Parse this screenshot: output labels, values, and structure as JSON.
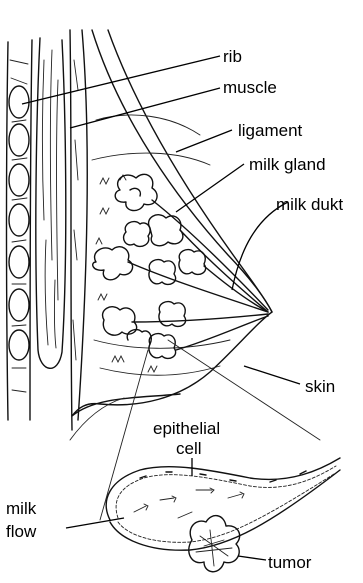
{
  "labels": {
    "rib": "rib",
    "muscle": "muscle",
    "ligament": "ligament",
    "milk_gland": "milk gland",
    "milk_dukt": "milk dukt",
    "skin": "skin",
    "epithelial_line1": "epithelial",
    "epithelial_line2": "cell",
    "milk_flow_line1": "milk",
    "milk_flow_line2": "flow",
    "tumor": "tumor"
  }
}
